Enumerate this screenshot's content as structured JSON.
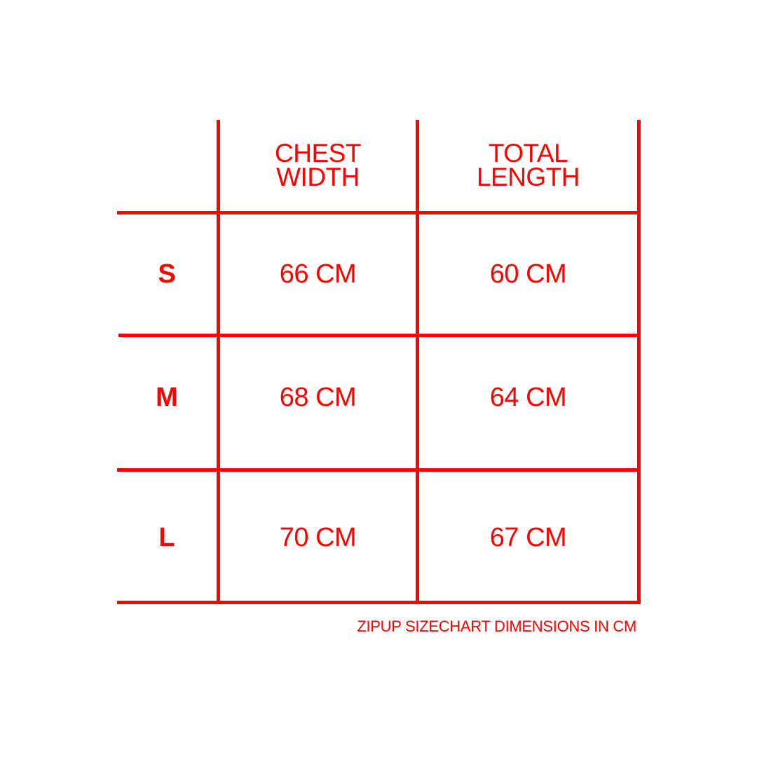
{
  "headers": {
    "chest": "CHEST\nWIDTH",
    "chest_l1": "CHEST",
    "chest_l2": "WIDTH",
    "length_l1": "TOTAL",
    "length_l2": "LENGTH"
  },
  "rows": [
    {
      "size": "S",
      "chest": "66 CM",
      "length": "60 CM"
    },
    {
      "size": "M",
      "chest": "68 CM",
      "length": "64 CM"
    },
    {
      "size": "L",
      "chest": "70 CM",
      "length": "67 CM"
    }
  ],
  "caption": "ZIPUP SIZECHART DIMENSIONS IN CM",
  "colors": {
    "accent": "#ff0000",
    "background": "#ffffff"
  }
}
